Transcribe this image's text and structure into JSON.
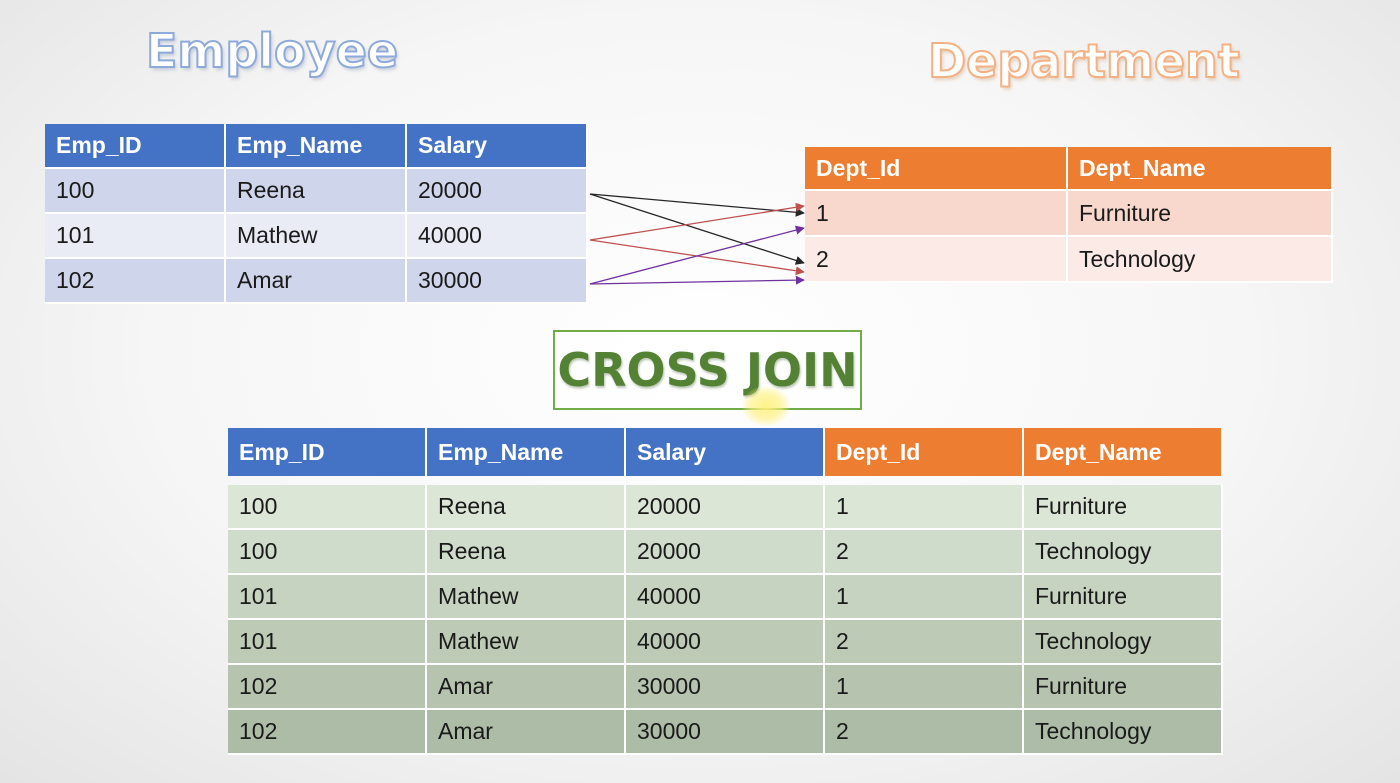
{
  "employee": {
    "title": "Employee",
    "columns": [
      "Emp_ID",
      "Emp_Name",
      "Salary"
    ],
    "rows": [
      [
        "100",
        "Reena",
        "20000"
      ],
      [
        "101",
        "Mathew",
        "40000"
      ],
      [
        "102",
        "Amar",
        "30000"
      ]
    ]
  },
  "department": {
    "title": "Department",
    "columns": [
      "Dept_Id",
      "Dept_Name"
    ],
    "rows": [
      [
        "1",
        "Furniture"
      ],
      [
        "2",
        "Technology"
      ]
    ]
  },
  "cross_join": {
    "label": "CROSS JOIN"
  },
  "result": {
    "columns": [
      "Emp_ID",
      "Emp_Name",
      "Salary",
      "Dept_Id",
      "Dept_Name"
    ],
    "rows": [
      [
        "100",
        "Reena",
        "20000",
        "1",
        "Furniture"
      ],
      [
        "100",
        "Reena",
        "20000",
        "2",
        "Technology"
      ],
      [
        "101",
        "Mathew",
        "40000",
        "1",
        "Furniture"
      ],
      [
        "101",
        "Mathew",
        "40000",
        "2",
        "Technology"
      ],
      [
        "102",
        "Amar",
        "30000",
        "1",
        "Furniture"
      ],
      [
        "102",
        "Amar",
        "30000",
        "2",
        "Technology"
      ]
    ]
  },
  "colors": {
    "employee_header": "#4472c4",
    "department_header": "#ed7d31",
    "cross_join_text": "#548235",
    "arrow_row_100": "#262626",
    "arrow_row_101": "#c0504d",
    "arrow_row_102": "#7030a0"
  }
}
